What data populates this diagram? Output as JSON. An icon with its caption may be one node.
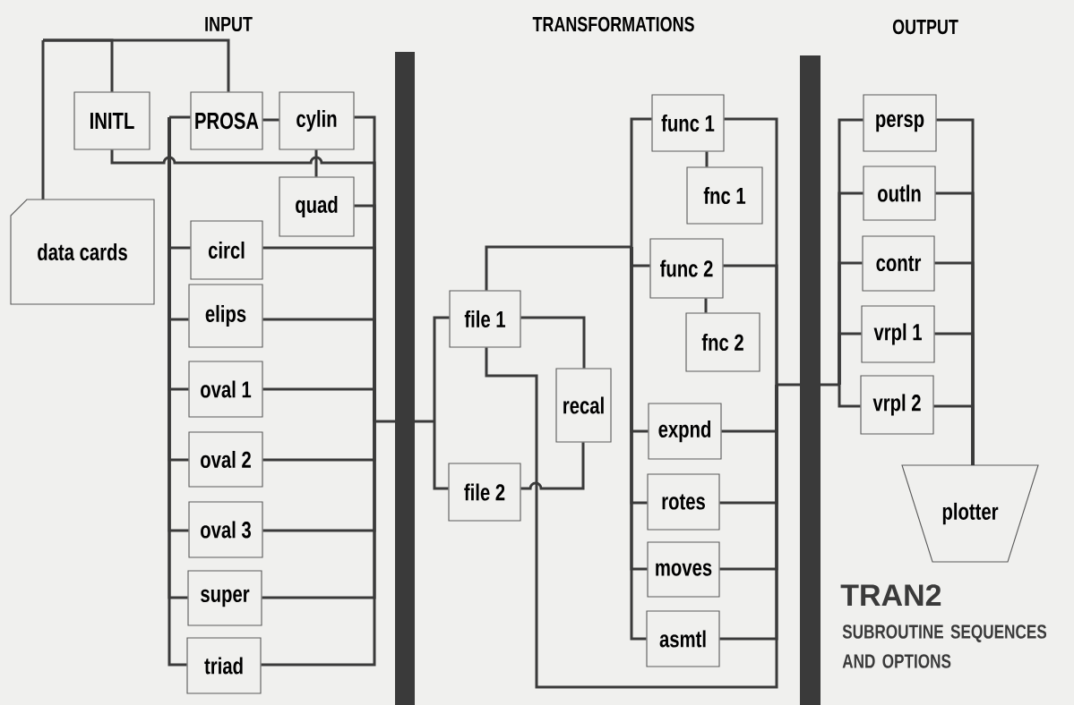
{
  "diagram": {
    "title": "TRAN2",
    "caption": "SUBROUTINE SEQUENCES AND OPTIONS",
    "nodes": [
      {
        "text": [
          "INITL"
        ]
      },
      {
        "text": [
          "PROSA"
        ]
      },
      {
        "text": [
          "cylin"
        ]
      },
      {
        "text": [
          "quad"
        ]
      },
      {
        "text": [
          "data cards"
        ]
      },
      {
        "text": [
          "circl"
        ]
      },
      {
        "text": [
          "elips"
        ]
      },
      {
        "text": [
          "oval 1"
        ]
      },
      {
        "text": [
          "oval 2"
        ]
      },
      {
        "text": [
          "oval 3"
        ]
      },
      {
        "text": [
          "super"
        ]
      },
      {
        "text": [
          "triad"
        ]
      },
      {
        "text": [
          "file 1"
        ]
      },
      {
        "text": [
          "recal"
        ]
      },
      {
        "text": [
          "file 2"
        ]
      },
      {
        "text": [
          "func 1"
        ]
      },
      {
        "text": [
          "fnc 1"
        ]
      },
      {
        "text": [
          "func 2"
        ]
      },
      {
        "text": [
          "fnc 2"
        ]
      },
      {
        "text": [
          "expnd"
        ]
      },
      {
        "text": [
          "rotes"
        ]
      },
      {
        "text": [
          "moves"
        ]
      },
      {
        "text": [
          "asmtl"
        ]
      },
      {
        "text": [
          "persp"
        ]
      },
      {
        "text": [
          "outln"
        ]
      },
      {
        "text": [
          "contr"
        ]
      },
      {
        "text": [
          "vrpl 1"
        ]
      },
      {
        "text": [
          "vrpl 2"
        ]
      },
      {
        "text": [
          "plotter"
        ]
      }
    ],
    "edges": [
      {
        "from": 4,
        "to": 0,
        "arrow": "none"
      },
      {
        "from": 4,
        "to": 1,
        "arrow": "none"
      },
      {
        "from": 1,
        "to": 2,
        "arrow": "none"
      },
      {
        "from": 2,
        "to": 3,
        "arrow": "none"
      },
      {
        "from": 1,
        "to": 5,
        "arrow": "none"
      },
      {
        "from": 1,
        "to": 6,
        "arrow": "none"
      },
      {
        "from": 1,
        "to": 7,
        "arrow": "none"
      },
      {
        "from": 1,
        "to": 8,
        "arrow": "none"
      },
      {
        "from": 1,
        "to": 9,
        "arrow": "none"
      },
      {
        "from": 1,
        "to": 10,
        "arrow": "none"
      },
      {
        "from": 1,
        "to": 11,
        "arrow": "none"
      },
      {
        "from": 0,
        "to": 12,
        "arrow": "none"
      },
      {
        "from": 0,
        "to": 14,
        "arrow": "none"
      },
      {
        "from": 2,
        "to": 12,
        "arrow": "none"
      },
      {
        "from": 2,
        "to": 14,
        "arrow": "none"
      },
      {
        "from": 3,
        "to": 12,
        "arrow": "none"
      },
      {
        "from": 3,
        "to": 14,
        "arrow": "none"
      },
      {
        "from": 5,
        "to": 12,
        "arrow": "none"
      },
      {
        "from": 5,
        "to": 14,
        "arrow": "none"
      },
      {
        "from": 6,
        "to": 12,
        "arrow": "none"
      },
      {
        "from": 6,
        "to": 14,
        "arrow": "none"
      },
      {
        "from": 7,
        "to": 12,
        "arrow": "none"
      },
      {
        "from": 7,
        "to": 14,
        "arrow": "none"
      },
      {
        "from": 8,
        "to": 12,
        "arrow": "none"
      },
      {
        "from": 8,
        "to": 14,
        "arrow": "none"
      },
      {
        "from": 9,
        "to": 12,
        "arrow": "none"
      },
      {
        "from": 9,
        "to": 14,
        "arrow": "none"
      },
      {
        "from": 10,
        "to": 12,
        "arrow": "none"
      },
      {
        "from": 10,
        "to": 14,
        "arrow": "none"
      },
      {
        "from": 11,
        "to": 12,
        "arrow": "none"
      },
      {
        "from": 11,
        "to": 14,
        "arrow": "none"
      },
      {
        "from": 12,
        "to": 13,
        "arrow": "none"
      },
      {
        "from": 13,
        "to": 14,
        "arrow": "none"
      },
      {
        "from": 12,
        "to": 15,
        "arrow": "none"
      },
      {
        "from": 12,
        "to": 17,
        "arrow": "none"
      },
      {
        "from": 12,
        "to": 19,
        "arrow": "none"
      },
      {
        "from": 12,
        "to": 20,
        "arrow": "none"
      },
      {
        "from": 12,
        "to": 21,
        "arrow": "none"
      },
      {
        "from": 12,
        "to": 22,
        "arrow": "none"
      },
      {
        "from": 15,
        "to": 16,
        "arrow": "none"
      },
      {
        "from": 17,
        "to": 18,
        "arrow": "none"
      },
      {
        "from": 12,
        "to": 23,
        "arrow": "none"
      },
      {
        "from": 12,
        "to": 24,
        "arrow": "none"
      },
      {
        "from": 12,
        "to": 25,
        "arrow": "none"
      },
      {
        "from": 12,
        "to": 26,
        "arrow": "none"
      },
      {
        "from": 12,
        "to": 27,
        "arrow": "none"
      },
      {
        "from": 15,
        "to": 23,
        "arrow": "none"
      },
      {
        "from": 15,
        "to": 24,
        "arrow": "none"
      },
      {
        "from": 15,
        "to": 25,
        "arrow": "none"
      },
      {
        "from": 15,
        "to": 26,
        "arrow": "none"
      },
      {
        "from": 15,
        "to": 27,
        "arrow": "none"
      },
      {
        "from": 17,
        "to": 23,
        "arrow": "none"
      },
      {
        "from": 17,
        "to": 24,
        "arrow": "none"
      },
      {
        "from": 17,
        "to": 25,
        "arrow": "none"
      },
      {
        "from": 17,
        "to": 26,
        "arrow": "none"
      },
      {
        "from": 17,
        "to": 27,
        "arrow": "none"
      },
      {
        "from": 19,
        "to": 23,
        "arrow": "none"
      },
      {
        "from": 19,
        "to": 24,
        "arrow": "none"
      },
      {
        "from": 19,
        "to": 25,
        "arrow": "none"
      },
      {
        "from": 19,
        "to": 26,
        "arrow": "none"
      },
      {
        "from": 19,
        "to": 27,
        "arrow": "none"
      },
      {
        "from": 20,
        "to": 23,
        "arrow": "none"
      },
      {
        "from": 20,
        "to": 24,
        "arrow": "none"
      },
      {
        "from": 20,
        "to": 25,
        "arrow": "none"
      },
      {
        "from": 20,
        "to": 26,
        "arrow": "none"
      },
      {
        "from": 20,
        "to": 27,
        "arrow": "none"
      },
      {
        "from": 21,
        "to": 23,
        "arrow": "none"
      },
      {
        "from": 21,
        "to": 24,
        "arrow": "none"
      },
      {
        "from": 21,
        "to": 25,
        "arrow": "none"
      },
      {
        "from": 21,
        "to": 26,
        "arrow": "none"
      },
      {
        "from": 21,
        "to": 27,
        "arrow": "none"
      },
      {
        "from": 22,
        "to": 23,
        "arrow": "none"
      },
      {
        "from": 22,
        "to": 24,
        "arrow": "none"
      },
      {
        "from": 22,
        "to": 25,
        "arrow": "none"
      },
      {
        "from": 22,
        "to": 26,
        "arrow": "none"
      },
      {
        "from": 22,
        "to": 27,
        "arrow": "none"
      },
      {
        "from": 23,
        "to": 28,
        "arrow": "none"
      },
      {
        "from": 24,
        "to": 28,
        "arrow": "none"
      },
      {
        "from": 25,
        "to": 28,
        "arrow": "none"
      },
      {
        "from": 26,
        "to": 28,
        "arrow": "none"
      },
      {
        "from": 27,
        "to": 28,
        "arrow": "none"
      }
    ],
    "labels": [
      "INPUT",
      "TRANSFORMATIONS",
      "OUTPUT"
    ]
  }
}
